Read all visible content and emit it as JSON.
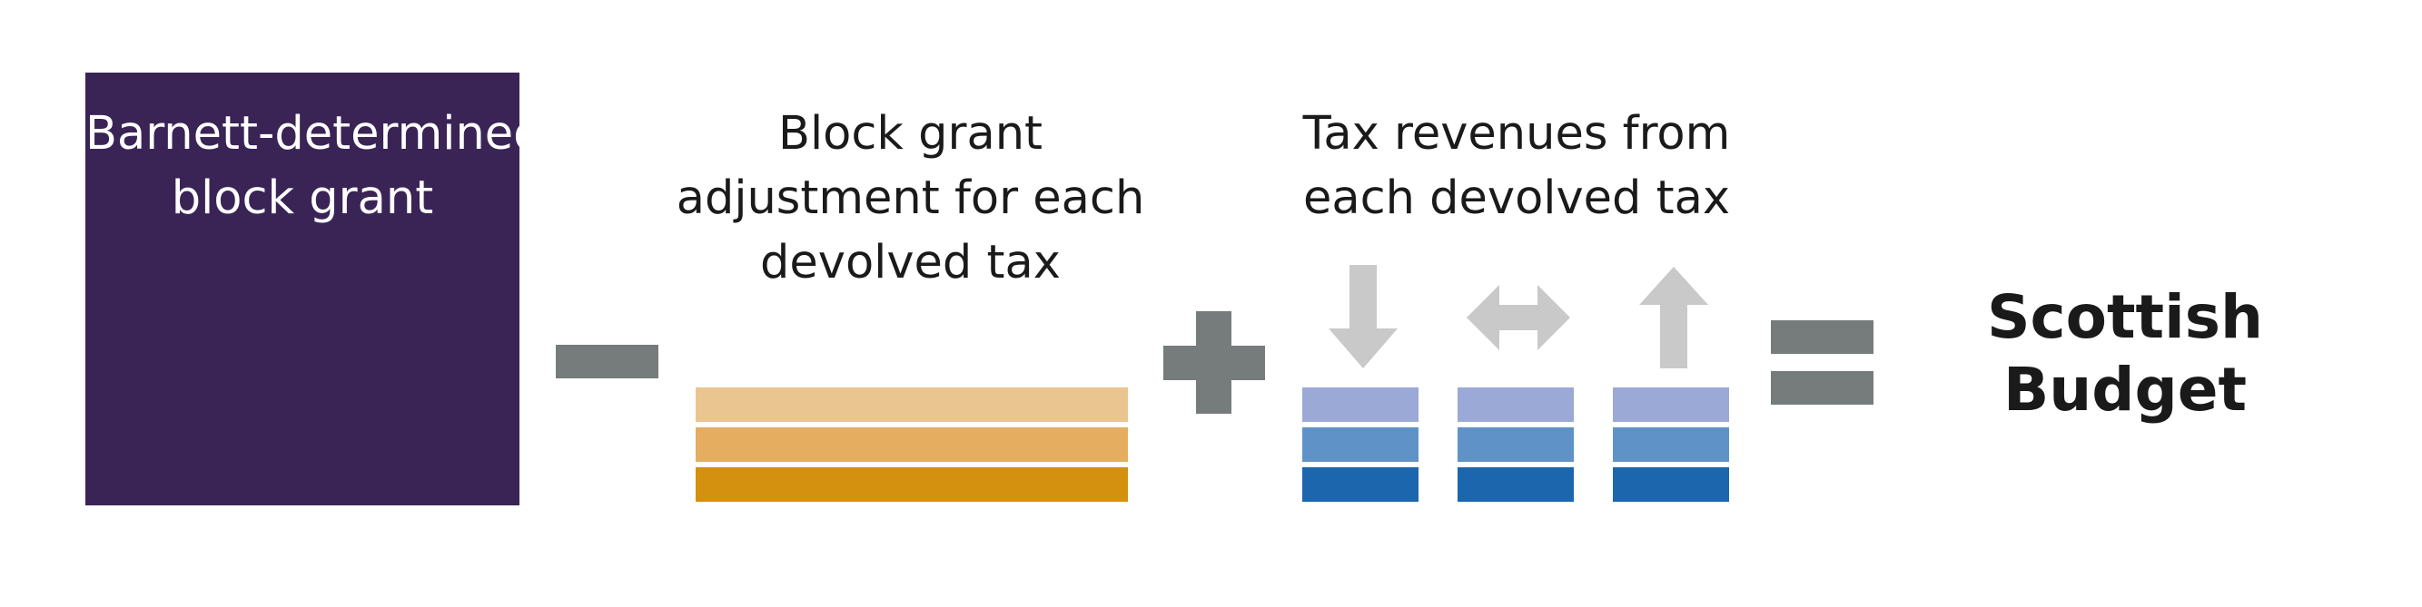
{
  "colors": {
    "purple": "#3a2456",
    "operator": "#767b7c",
    "arrow": "#c9c9c9",
    "orange_light": "#ebc58f",
    "orange_mid": "#e4ad60",
    "orange_dark": "#d4900f",
    "blue_light": "#9ba9d6",
    "blue_mid": "#5f93c8",
    "blue_dark": "#1c66ae"
  },
  "block_grant": {
    "lines": [
      "Barnett-determined",
      "block grant"
    ]
  },
  "adjustment": {
    "lines": [
      "Block grant",
      "adjustment for each",
      "devolved tax"
    ]
  },
  "tax_revenues": {
    "lines": [
      "Tax revenues from",
      "each devolved tax"
    ]
  },
  "result": {
    "lines": [
      "Scottish",
      "Budget"
    ]
  },
  "operators": [
    "minus",
    "plus",
    "equals"
  ],
  "arrows": [
    "arrow-down-icon",
    "arrow-left-right-icon",
    "arrow-up-icon"
  ]
}
